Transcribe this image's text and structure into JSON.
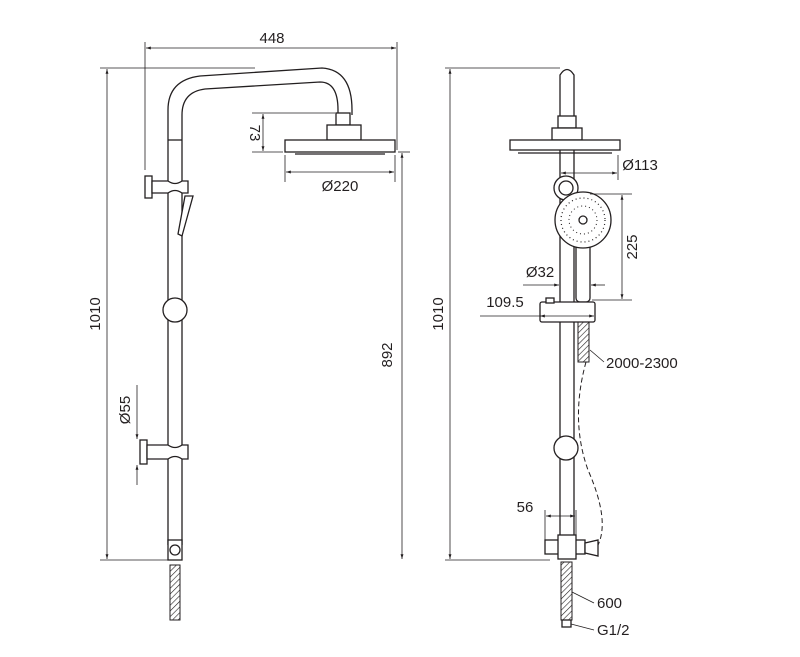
{
  "side_view": {
    "overall_width": "448",
    "head_height": "73",
    "head_diameter": "Ø220",
    "overall_height": "1010",
    "head_to_bottom": "892",
    "bracket_diameter": "Ø55"
  },
  "front_view": {
    "overall_height": "1010",
    "head_diameter": "Ø113",
    "handshower_length": "225",
    "handle_diameter": "Ø32",
    "holder_projection": "109.5",
    "hose_length": "2000-2300",
    "valve_offset": "56",
    "inlet_hose_length": "600",
    "inlet_thread": "G1/2"
  }
}
